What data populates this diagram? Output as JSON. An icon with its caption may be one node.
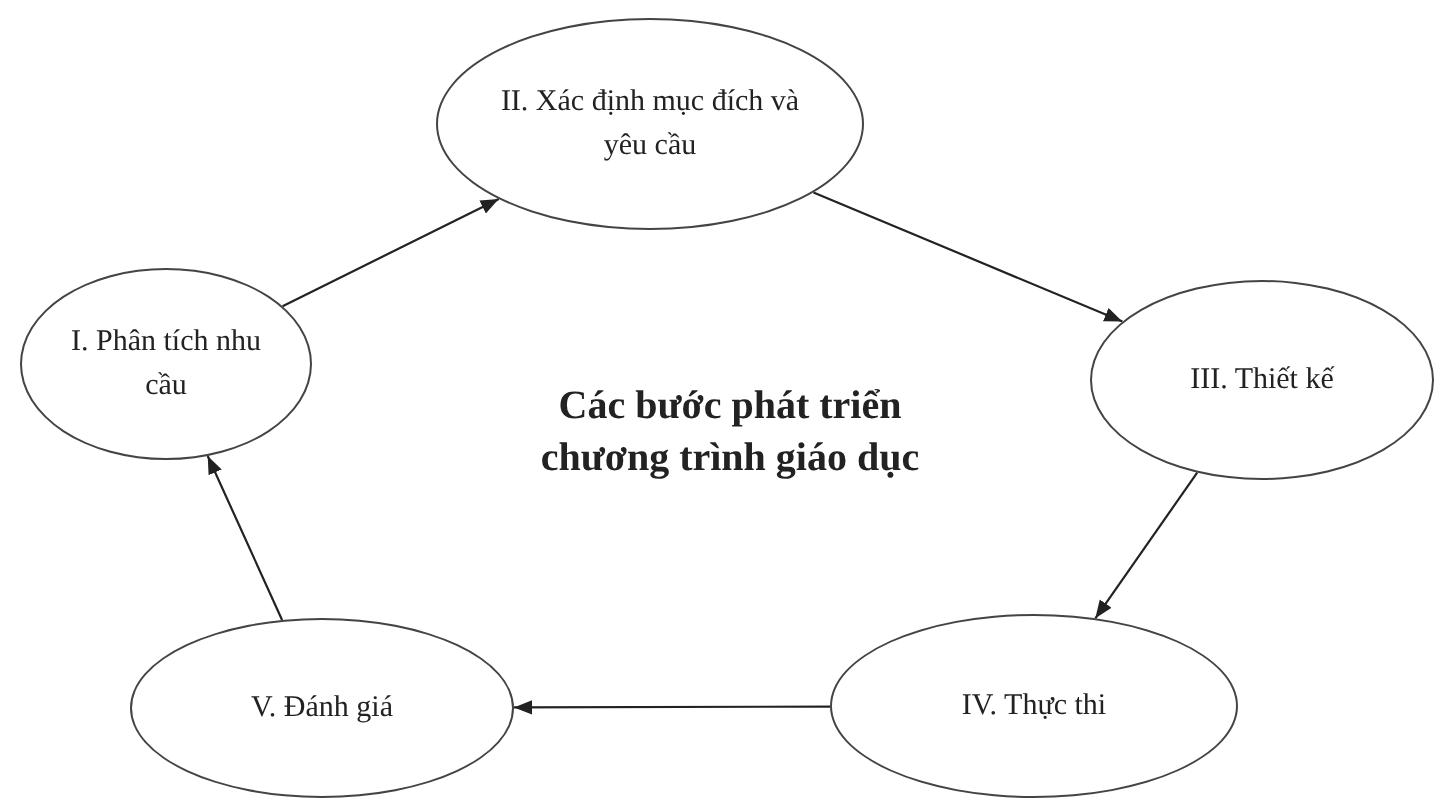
{
  "diagram": {
    "title": "Các bước phát triển chương trình giáo dục",
    "nodes": [
      {
        "text": [
          "I. Phân tích nhu cầu"
        ]
      },
      {
        "text": [
          "II. Xác định mục đích và yêu cầu"
        ]
      },
      {
        "text": [
          "III. Thiết kế"
        ]
      },
      {
        "text": [
          "IV. Thực thi"
        ]
      },
      {
        "text": [
          "V. Đánh giá"
        ]
      }
    ],
    "edges": [
      {
        "from": 0,
        "to": 1,
        "arrow": "to"
      },
      {
        "from": 1,
        "to": 2,
        "arrow": "to"
      },
      {
        "from": 2,
        "to": 3,
        "arrow": "to"
      },
      {
        "from": 3,
        "to": 4,
        "arrow": "to"
      },
      {
        "from": 4,
        "to": 0,
        "arrow": "to"
      }
    ]
  }
}
